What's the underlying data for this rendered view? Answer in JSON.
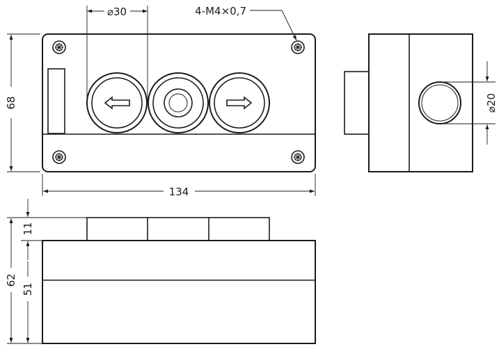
{
  "dimensions": {
    "button_diameter": "⌀30",
    "screw_spec": "4-M4×0,7",
    "height": "68",
    "width": "134",
    "hole_diameter": "⌀20",
    "button_height": "11",
    "total_depth": "62",
    "body_depth": "51"
  },
  "buttons": [
    {
      "symbol": "arrow-left"
    },
    {
      "symbol": "indicator"
    },
    {
      "symbol": "arrow-right"
    }
  ],
  "colors": {
    "line": "#1a1a1a",
    "background": "#ffffff"
  }
}
